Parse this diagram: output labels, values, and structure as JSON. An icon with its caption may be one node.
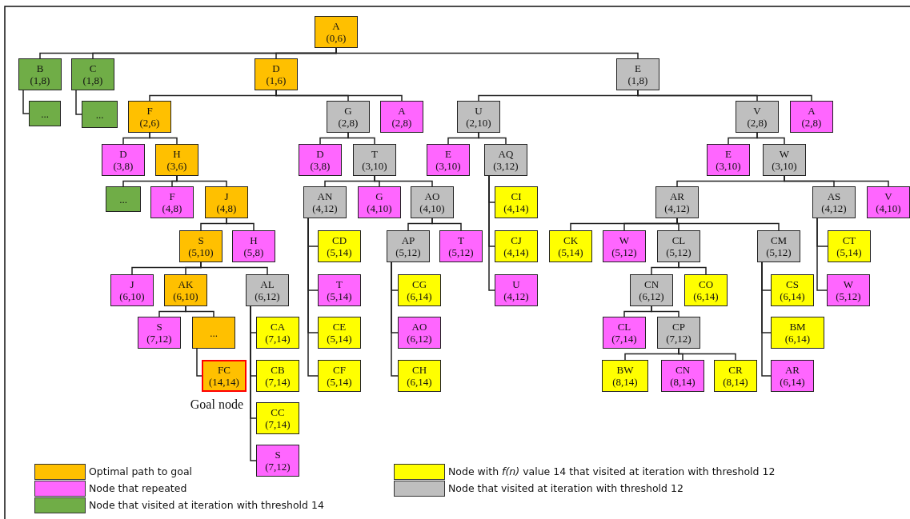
{
  "diagram": {
    "nodes": [
      {
        "text": [
          "A",
          "(0,6)"
        ]
      },
      {
        "text": [
          "B",
          "(1,8)"
        ]
      },
      {
        "text": [
          "C",
          "(1,8)"
        ]
      },
      {
        "text": [
          "D",
          "(1,6)"
        ]
      },
      {
        "text": [
          "E",
          "(1,8)"
        ]
      },
      {
        "text": [
          "..."
        ]
      },
      {
        "text": [
          "..."
        ]
      },
      {
        "text": [
          "F",
          "(2,6)"
        ]
      },
      {
        "text": [
          "G",
          "(2,8)"
        ]
      },
      {
        "text": [
          "A",
          "(2,8)"
        ]
      },
      {
        "text": [
          "U",
          "(2,10)"
        ]
      },
      {
        "text": [
          "V",
          "(2,8)"
        ]
      },
      {
        "text": [
          "A",
          "(2,8)"
        ]
      },
      {
        "text": [
          "D",
          "(3,8)"
        ]
      },
      {
        "text": [
          "H",
          "(3,6)"
        ]
      },
      {
        "text": [
          "D",
          "(3,8)"
        ]
      },
      {
        "text": [
          "T",
          "(3,10)"
        ]
      },
      {
        "text": [
          "E",
          "(3,10)"
        ]
      },
      {
        "text": [
          "AQ",
          "(3,12)"
        ]
      },
      {
        "text": [
          "E",
          "(3,10)"
        ]
      },
      {
        "text": [
          "W",
          "(3,10)"
        ]
      },
      {
        "text": [
          "..."
        ]
      },
      {
        "text": [
          "F",
          "(4,8)"
        ]
      },
      {
        "text": [
          "J",
          "(4,8)"
        ]
      },
      {
        "text": [
          "AN",
          "(4,12)"
        ]
      },
      {
        "text": [
          "G",
          "(4,10)"
        ]
      },
      {
        "text": [
          "AO",
          "(4,10)"
        ]
      },
      {
        "text": [
          "CI",
          "(4,14)"
        ]
      },
      {
        "text": [
          "AR",
          "(4,12)"
        ]
      },
      {
        "text": [
          "AS",
          "(4,12)"
        ]
      },
      {
        "text": [
          "V",
          "(4,10)"
        ]
      },
      {
        "text": [
          "S",
          "(5,10)"
        ]
      },
      {
        "text": [
          "H",
          "(5,8)"
        ]
      },
      {
        "text": [
          "CD",
          "(5,14)"
        ]
      },
      {
        "text": [
          "AP",
          "(5,12)"
        ]
      },
      {
        "text": [
          "T",
          "(5,12)"
        ]
      },
      {
        "text": [
          "CJ",
          "(4,14)"
        ]
      },
      {
        "text": [
          "CK",
          "(5,14)"
        ]
      },
      {
        "text": [
          "W",
          "(5,12)"
        ]
      },
      {
        "text": [
          "CL",
          "(5,12)"
        ]
      },
      {
        "text": [
          "CM",
          "(5,12)"
        ]
      },
      {
        "text": [
          "CT",
          "(5,14)"
        ]
      },
      {
        "text": [
          "J",
          "(6,10)"
        ]
      },
      {
        "text": [
          "AK",
          "(6,10)"
        ]
      },
      {
        "text": [
          "AL",
          "(6,12)"
        ]
      },
      {
        "text": [
          "T",
          "(5,14)"
        ]
      },
      {
        "text": [
          "CG",
          "(6,14)"
        ]
      },
      {
        "text": [
          "U",
          "(4,12)"
        ]
      },
      {
        "text": [
          "CN",
          "(6,12)"
        ]
      },
      {
        "text": [
          "CO",
          "(6,14)"
        ]
      },
      {
        "text": [
          "CS",
          "(6,14)"
        ]
      },
      {
        "text": [
          "W",
          "(5,12)"
        ]
      },
      {
        "text": [
          "S",
          "(7,12)"
        ]
      },
      {
        "text": [
          "..."
        ]
      },
      {
        "text": [
          "CA",
          "(7,14)"
        ]
      },
      {
        "text": [
          "CE",
          "(5,14)"
        ]
      },
      {
        "text": [
          "AO",
          "(6,12)"
        ]
      },
      {
        "text": [
          "CL",
          "(7,14)"
        ]
      },
      {
        "text": [
          "CP",
          "(7,12)"
        ]
      },
      {
        "text": [
          "BM",
          "(6,14)"
        ]
      },
      {
        "text": [
          "FC",
          "(14,14)"
        ],
        "beside": [
          "Goal node"
        ]
      },
      {
        "text": [
          "CB",
          "(7,14)"
        ]
      },
      {
        "text": [
          "CF",
          "(5,14)"
        ]
      },
      {
        "text": [
          "CH",
          "(6,14)"
        ]
      },
      {
        "text": [
          "BW",
          "(8,14)"
        ]
      },
      {
        "text": [
          "CN",
          "(8,14)"
        ]
      },
      {
        "text": [
          "CR",
          "(8,14)"
        ]
      },
      {
        "text": [
          "AR",
          "(6,14)"
        ]
      },
      {
        "text": [
          "CC",
          "(7,14)"
        ]
      },
      {
        "text": [
          "S",
          "(7,12)"
        ]
      }
    ],
    "edges": [
      {
        "from": 0,
        "to": 1,
        "arrow": "none"
      },
      {
        "from": 0,
        "to": 2,
        "arrow": "none"
      },
      {
        "from": 0,
        "to": 3,
        "arrow": "none"
      },
      {
        "from": 0,
        "to": 4,
        "arrow": "none"
      },
      {
        "from": 1,
        "to": 5,
        "arrow": "none"
      },
      {
        "from": 2,
        "to": 6,
        "arrow": "none"
      },
      {
        "from": 3,
        "to": 7,
        "arrow": "none"
      },
      {
        "from": 3,
        "to": 8,
        "arrow": "none"
      },
      {
        "from": 3,
        "to": 9,
        "arrow": "none"
      },
      {
        "from": 4,
        "to": 10,
        "arrow": "none"
      },
      {
        "from": 4,
        "to": 11,
        "arrow": "none"
      },
      {
        "from": 4,
        "to": 12,
        "arrow": "none"
      },
      {
        "from": 7,
        "to": 13,
        "arrow": "none"
      },
      {
        "from": 7,
        "to": 14,
        "arrow": "none"
      },
      {
        "from": 8,
        "to": 15,
        "arrow": "none"
      },
      {
        "from": 8,
        "to": 16,
        "arrow": "none"
      },
      {
        "from": 10,
        "to": 17,
        "arrow": "none"
      },
      {
        "from": 10,
        "to": 18,
        "arrow": "none"
      },
      {
        "from": 11,
        "to": 19,
        "arrow": "none"
      },
      {
        "from": 11,
        "to": 20,
        "arrow": "none"
      },
      {
        "from": 14,
        "to": 21,
        "arrow": "none"
      },
      {
        "from": 14,
        "to": 22,
        "arrow": "none"
      },
      {
        "from": 14,
        "to": 23,
        "arrow": "none"
      },
      {
        "from": 16,
        "to": 24,
        "arrow": "none"
      },
      {
        "from": 16,
        "to": 25,
        "arrow": "none"
      },
      {
        "from": 16,
        "to": 26,
        "arrow": "none"
      },
      {
        "from": 18,
        "to": 27,
        "arrow": "none"
      },
      {
        "from": 18,
        "to": 36,
        "arrow": "none"
      },
      {
        "from": 18,
        "to": 47,
        "arrow": "none"
      },
      {
        "from": 20,
        "to": 28,
        "arrow": "none"
      },
      {
        "from": 20,
        "to": 29,
        "arrow": "none"
      },
      {
        "from": 20,
        "to": 30,
        "arrow": "none"
      },
      {
        "from": 23,
        "to": 31,
        "arrow": "none"
      },
      {
        "from": 23,
        "to": 32,
        "arrow": "none"
      },
      {
        "from": 24,
        "to": 33,
        "arrow": "none"
      },
      {
        "from": 24,
        "to": 45,
        "arrow": "none"
      },
      {
        "from": 24,
        "to": 55,
        "arrow": "none"
      },
      {
        "from": 24,
        "to": 62,
        "arrow": "none"
      },
      {
        "from": 26,
        "to": 34,
        "arrow": "none"
      },
      {
        "from": 26,
        "to": 35,
        "arrow": "none"
      },
      {
        "from": 28,
        "to": 37,
        "arrow": "none"
      },
      {
        "from": 28,
        "to": 38,
        "arrow": "none"
      },
      {
        "from": 28,
        "to": 39,
        "arrow": "none"
      },
      {
        "from": 28,
        "to": 40,
        "arrow": "none"
      },
      {
        "from": 29,
        "to": 41,
        "arrow": "none"
      },
      {
        "from": 29,
        "to": 51,
        "arrow": "none"
      },
      {
        "from": 31,
        "to": 42,
        "arrow": "none"
      },
      {
        "from": 31,
        "to": 43,
        "arrow": "none"
      },
      {
        "from": 31,
        "to": 44,
        "arrow": "none"
      },
      {
        "from": 34,
        "to": 46,
        "arrow": "none"
      },
      {
        "from": 34,
        "to": 56,
        "arrow": "none"
      },
      {
        "from": 34,
        "to": 63,
        "arrow": "none"
      },
      {
        "from": 39,
        "to": 48,
        "arrow": "none"
      },
      {
        "from": 39,
        "to": 49,
        "arrow": "none"
      },
      {
        "from": 40,
        "to": 50,
        "arrow": "none"
      },
      {
        "from": 40,
        "to": 59,
        "arrow": "none"
      },
      {
        "from": 40,
        "to": 67,
        "arrow": "none"
      },
      {
        "from": 43,
        "to": 52,
        "arrow": "none"
      },
      {
        "from": 43,
        "to": 53,
        "arrow": "none"
      },
      {
        "from": 44,
        "to": 54,
        "arrow": "none"
      },
      {
        "from": 44,
        "to": 61,
        "arrow": "none"
      },
      {
        "from": 44,
        "to": 68,
        "arrow": "none"
      },
      {
        "from": 44,
        "to": 69,
        "arrow": "none"
      },
      {
        "from": 48,
        "to": 57,
        "arrow": "none"
      },
      {
        "from": 48,
        "to": 58,
        "arrow": "none"
      },
      {
        "from": 53,
        "to": 60,
        "arrow": "none"
      },
      {
        "from": 58,
        "to": 64,
        "arrow": "none"
      },
      {
        "from": 58,
        "to": 65,
        "arrow": "none"
      },
      {
        "from": 58,
        "to": 66,
        "arrow": "none"
      }
    ],
    "legend": [
      {
        "text": "Optimal path to goal",
        "color": "#ffc000"
      },
      {
        "text": "Node that repeated",
        "color": "#ff66ff"
      },
      {
        "text": "Node that visited at iteration with threshold 14",
        "color": "#70ad47"
      },
      {
        "text": "Node with *f(n)* value 14 that visited at iteration with threshold 12",
        "color": "#ffff00"
      },
      {
        "text": "Node that visited at iteration with threshold 12",
        "color": "#bfbfbf"
      }
    ]
  }
}
